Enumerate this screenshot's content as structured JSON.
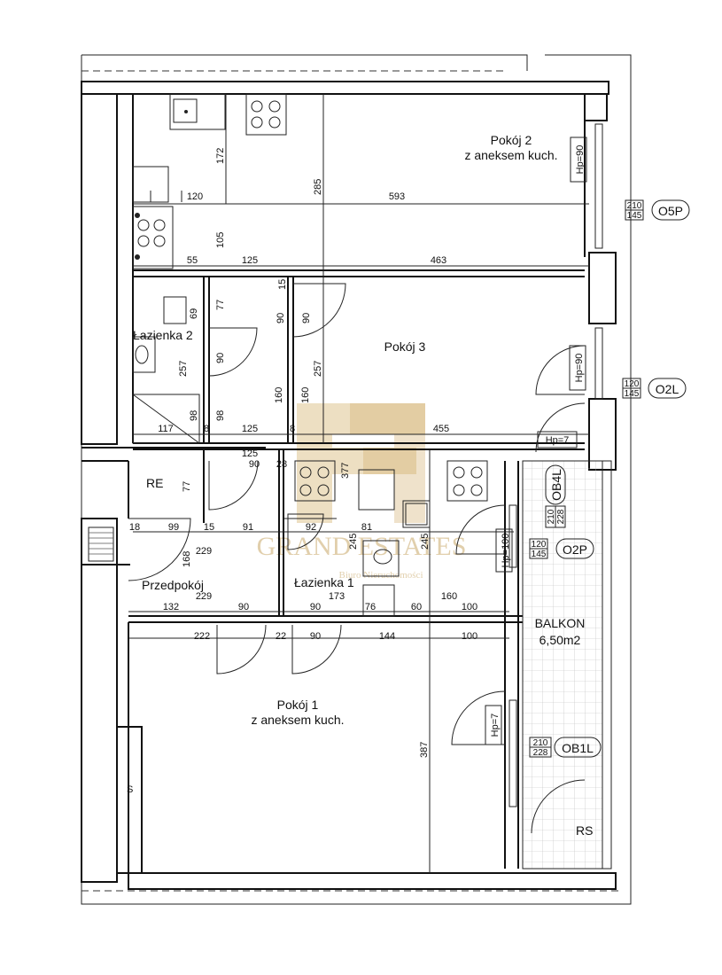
{
  "rooms": {
    "pokoj2_name": "Pokój 2",
    "pokoj2_sub": "z aneksem kuch.",
    "pokoj3_name": "Pokój 3",
    "pokoj1_name": "Pokój 1",
    "pokoj1_sub": "z aneksem kuch.",
    "lazienka2": "Łazienka 2",
    "lazienka1": "Łazienka 1",
    "przedpokoj": "Przedpokój",
    "balkon_name": "BALKON",
    "balkon_area": "6,50m2",
    "re": "RE",
    "rs": "RS",
    "s": "S"
  },
  "windows": {
    "w05p_top": "210",
    "w05p_bottom": "145",
    "w05p_tag": "O5P",
    "w02l_top": "120",
    "w02l_bottom": "145",
    "w02l_tag": "O2L",
    "w02p_top": "120",
    "w02p_bottom": "145",
    "w02p_tag": "O2P",
    "w0b1l_top": "210",
    "w0b1l_bottom": "228",
    "w0b1l_tag": "OB1L",
    "w0b4l_top": "210",
    "w0b4l_bottom": "228",
    "w0b4l_tag": "OB4L"
  },
  "heights": {
    "hp_pokoj2": "Hp=90",
    "hp_pokoj3": "Hp=90",
    "hp_7_top": "Hp=7",
    "hp_7_balcony": "Hp=7",
    "hp_100": "Hp=100"
  },
  "dimensions": {
    "d172": "172",
    "d285": "285",
    "d593": "593",
    "d120": "120",
    "d105": "105",
    "d55": "55",
    "d125a": "125",
    "d463": "463",
    "d15": "15",
    "d77a": "77",
    "d69": "69",
    "d90a": "90",
    "d90b": "90",
    "d257a": "257",
    "d90c": "90",
    "d257b": "257",
    "d160a": "160",
    "d160b": "160",
    "d98a": "98",
    "d98b": "98",
    "d117": "117",
    "d8a": "8",
    "d125b": "125",
    "d8b": "8",
    "d455": "455",
    "d125c": "125",
    "d90d": "90",
    "d28": "28",
    "d77b": "77",
    "d18": "18",
    "d99": "99",
    "d15b": "15",
    "d91": "91",
    "d92": "92",
    "d81": "81",
    "d229a": "229",
    "d168": "168",
    "d245a": "245",
    "d245b": "245",
    "d229b": "229",
    "d173": "173",
    "d160c": "160",
    "d132": "132",
    "d90e": "90",
    "d90f": "90",
    "d76": "76",
    "d60": "60",
    "d100a": "100",
    "d222": "222",
    "d22": "22",
    "d90g": "90",
    "d144": "144",
    "d100b": "100",
    "d387": "387",
    "d377": "377"
  },
  "watermark": {
    "brand": "GRAND ESTATES",
    "sub": "Biuro Nieruchomości"
  },
  "colors": {
    "watermark": "#c9a86a",
    "lines": "#111111"
  }
}
